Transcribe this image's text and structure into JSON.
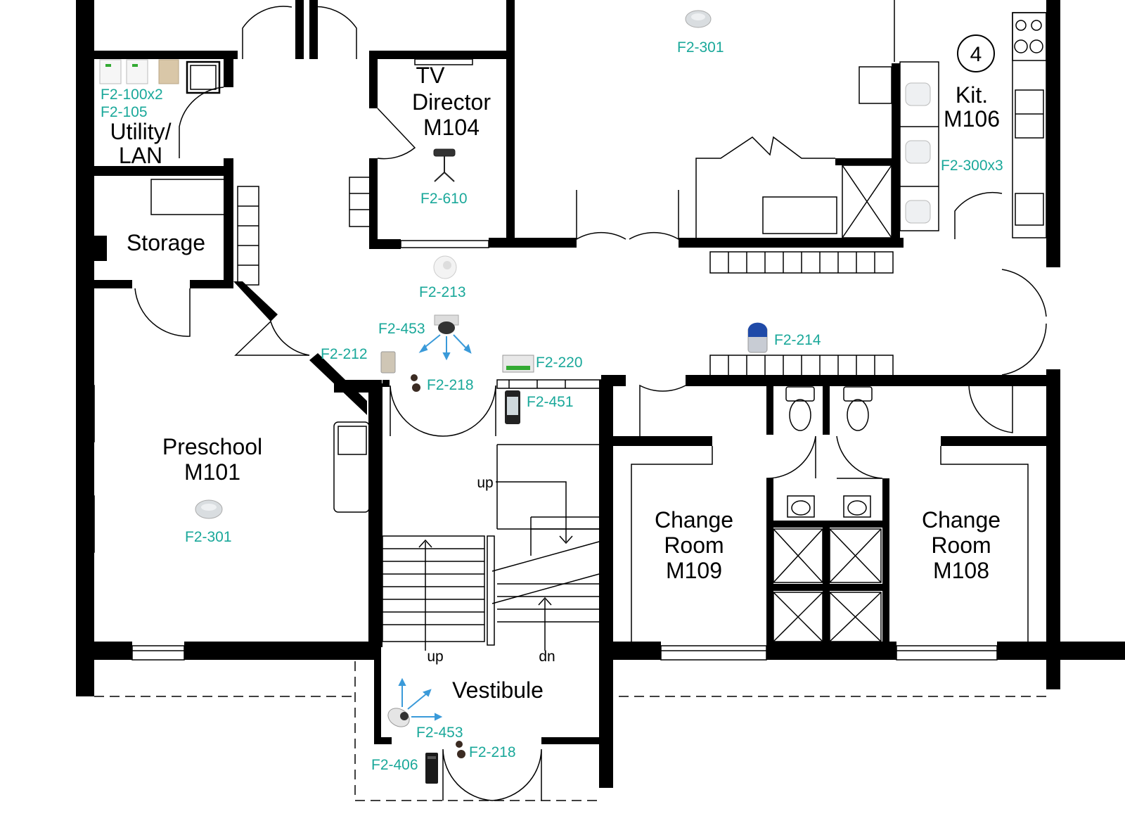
{
  "rooms": {
    "utility": {
      "line1": "Utility/",
      "line2": "LAN"
    },
    "storage": {
      "name": "Storage"
    },
    "tv_director": {
      "line1": "TV",
      "line2": "Director",
      "line3": "M104"
    },
    "kitchen": {
      "line1": "Kit.",
      "line2": "M106"
    },
    "preschool": {
      "line1": "Preschool",
      "line2": "M101"
    },
    "change_m109": {
      "line1": "Change",
      "line2": "Room",
      "line3": "M109"
    },
    "change_m108": {
      "line1": "Change",
      "line2": "Room",
      "line3": "M108"
    },
    "vestibule": {
      "name": "Vestibule"
    }
  },
  "badge": "4",
  "stairs": {
    "up_upper": "up",
    "up_lower": "up",
    "dn": "dn"
  },
  "devices": {
    "f2_100": "F2-100x2",
    "f2_105": "F2-105",
    "f2_301_top": "F2-301",
    "f2_610": "F2-610",
    "f2_300": "F2-300x3",
    "f2_213": "F2-213",
    "f2_453_top": "F2-453",
    "f2_212": "F2-212",
    "f2_218_top": "F2-218",
    "f2_220": "F2-220",
    "f2_451": "F2-451",
    "f2_214": "F2-214",
    "f2_301_pre": "F2-301",
    "f2_453_bottom": "F2-453",
    "f2_406": "F2-406",
    "f2_218_bottom": "F2-218"
  },
  "colors": {
    "label": "#1aa89a",
    "wall": "#000000",
    "camera_arrow": "#3a9ad9"
  }
}
